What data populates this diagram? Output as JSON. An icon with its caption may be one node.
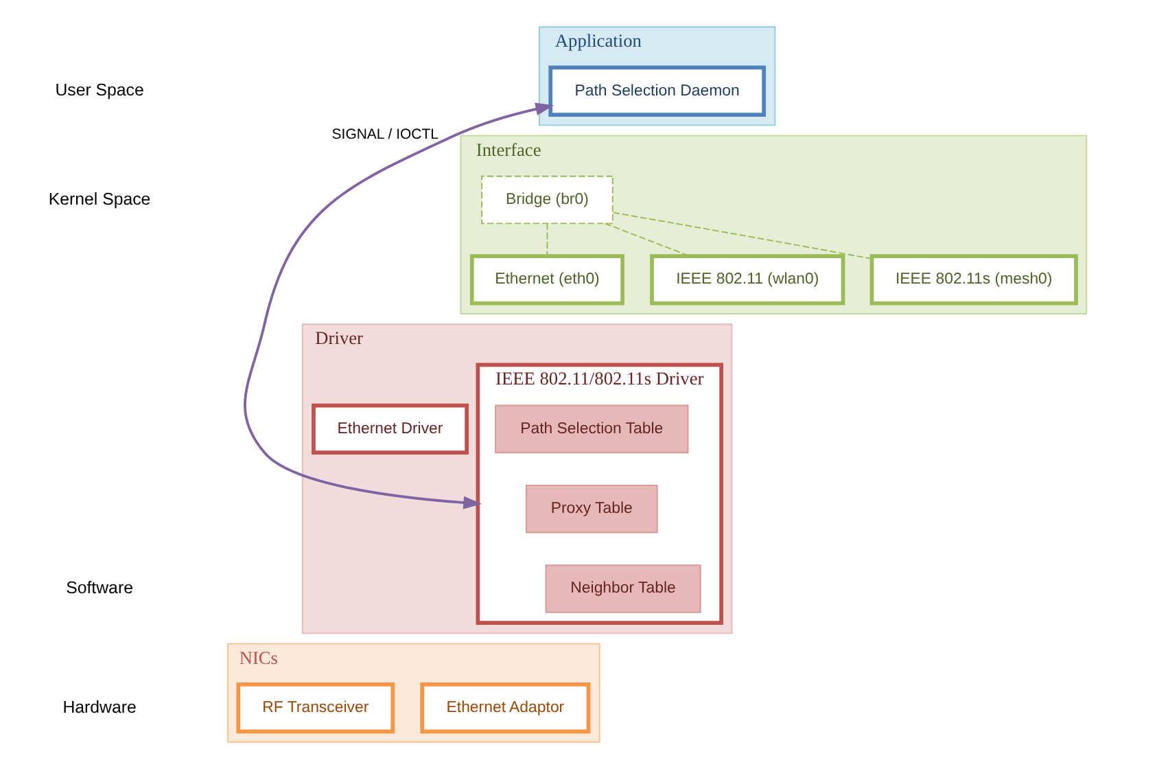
{
  "diagram": {
    "nodes": [
      {
        "text": [
          "Application"
        ]
      },
      {
        "text": [
          "Path Selection Daemon"
        ],
        "in": 0
      },
      {
        "text": [
          "Interface"
        ]
      },
      {
        "text": [
          "Bridge (br0)"
        ],
        "in": 2
      },
      {
        "text": [
          "Ethernet (eth0)"
        ],
        "in": 2
      },
      {
        "text": [
          "IEEE 802.11 (wlan0)"
        ],
        "in": 2
      },
      {
        "text": [
          "IEEE 802.11s (mesh0)"
        ],
        "in": 2
      },
      {
        "text": [
          "Driver"
        ]
      },
      {
        "text": [
          "Ethernet Driver"
        ],
        "in": 7
      },
      {
        "text": [
          "IEEE 802.11/802.11s Driver"
        ],
        "in": 7
      },
      {
        "text": [
          "Path Selection Table"
        ],
        "in": 9
      },
      {
        "text": [
          "Proxy Table"
        ],
        "in": 9
      },
      {
        "text": [
          "Neighbor Table"
        ],
        "in": 9
      },
      {
        "text": [
          "NICs"
        ]
      },
      {
        "text": [
          "Ethernet Adaptor"
        ],
        "in": 13
      },
      {
        "text": [
          "RF Transceiver"
        ],
        "in": 13
      }
    ],
    "edges": [
      {
        "from": 3,
        "to": 4,
        "arrow": "none",
        "style": "dashed"
      },
      {
        "from": 3,
        "to": 5,
        "arrow": "none",
        "style": "dashed"
      },
      {
        "from": 3,
        "to": 6,
        "arrow": "none",
        "style": "dashed"
      },
      {
        "from": 1,
        "to": 9,
        "arrow": "both",
        "label": "SIGNAL / IOCTL",
        "color": "#8064a2"
      }
    ],
    "labels": [
      "User Space",
      "Kernel Space",
      "Software",
      "Hardware"
    ]
  }
}
